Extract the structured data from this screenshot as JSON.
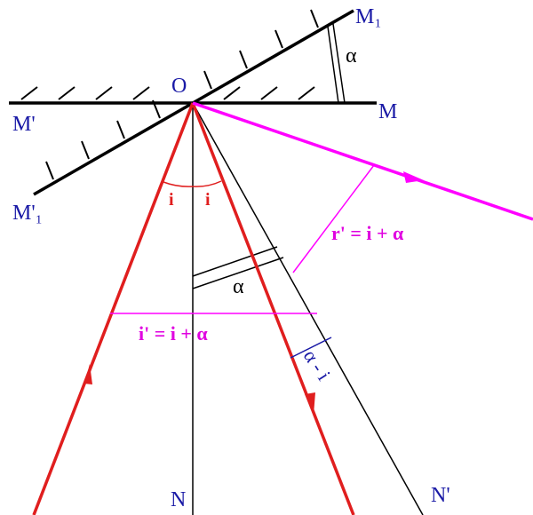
{
  "labels": {
    "O": "O",
    "M": "M",
    "M1": "M₁",
    "Mp": "M'",
    "Mp1": "M'₁",
    "N": "N",
    "Np": "N'",
    "alpha_top": "α",
    "alpha_mid": "α",
    "i_left": "i",
    "i_right": "i",
    "r_prime": "r' = i + α",
    "i_prime": "i' = i + α",
    "alpha_minus_i": "α - i"
  },
  "colors": {
    "ray": "#e01e1e",
    "reflected": "#ff00ff",
    "label_blue": "#1a1aa6",
    "mirror": "#000000",
    "normal": "#000000"
  }
}
